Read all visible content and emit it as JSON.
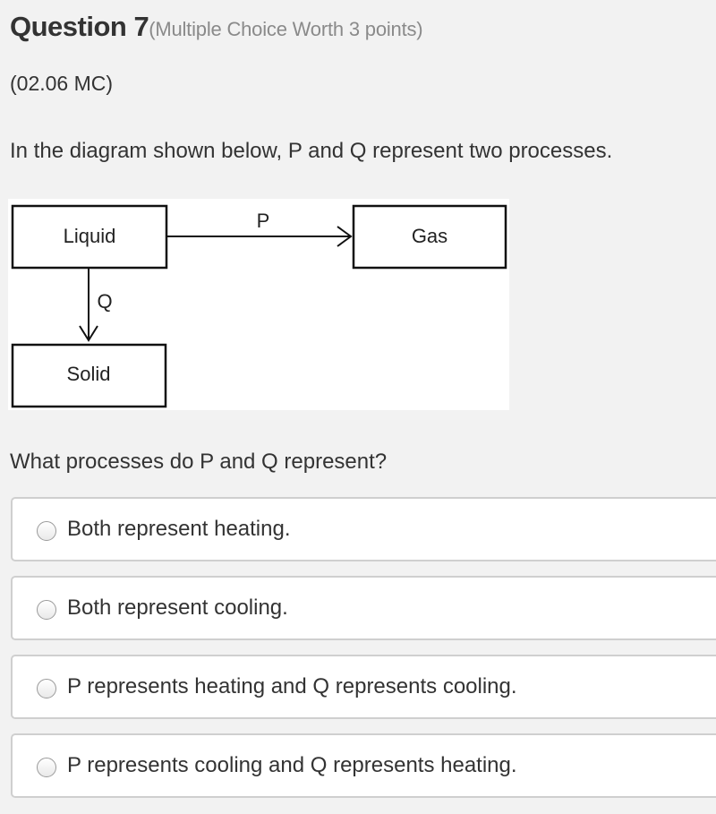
{
  "question": {
    "title": "Question 7",
    "worth": "(Multiple Choice Worth 3 points)",
    "code": "(02.06 MC)",
    "stem": "In the diagram shown below, P and Q represent two processes.",
    "prompt": "What processes do P and Q represent?"
  },
  "diagram": {
    "boxes": {
      "liquid": "Liquid",
      "gas": "Gas",
      "solid": "Solid"
    },
    "arrows": {
      "p": "P",
      "q": "Q"
    }
  },
  "options": [
    {
      "label": "Both represent heating.",
      "selected": false
    },
    {
      "label": "Both represent cooling.",
      "selected": false
    },
    {
      "label": "P represents heating and Q represents cooling.",
      "selected": false
    },
    {
      "label": "P represents cooling and Q represents heating.",
      "selected": false
    }
  ]
}
